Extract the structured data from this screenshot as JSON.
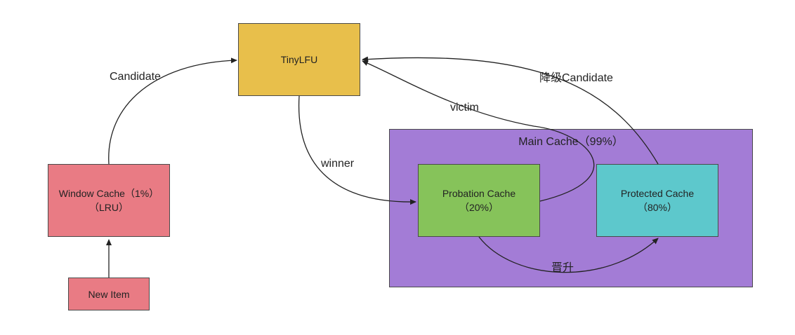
{
  "colors": {
    "tinylfu": "#e8bf4b",
    "window_cache": "#e97b84",
    "new_item": "#e97b84",
    "main_cache": "#a37cd6",
    "probation": "#86c35a",
    "protected": "#5dc8cc",
    "stroke": "#333333"
  },
  "nodes": {
    "tinylfu": {
      "line1": "TinyLFU"
    },
    "window_cache": {
      "line1": "Window Cache（1%）",
      "line2": "（LRU）"
    },
    "new_item": {
      "line1": "New Item"
    },
    "main_cache": {
      "title": "Main Cache（99%）"
    },
    "probation": {
      "line1": "Probation Cache",
      "line2": "（20%）"
    },
    "protected": {
      "line1": "Protected Cache",
      "line2": "（80%）"
    }
  },
  "edges": {
    "candidate": "Candidate",
    "winner": "winner",
    "victim": "victim",
    "demote_candidate": "降级Candidate",
    "promote": "晋升"
  }
}
